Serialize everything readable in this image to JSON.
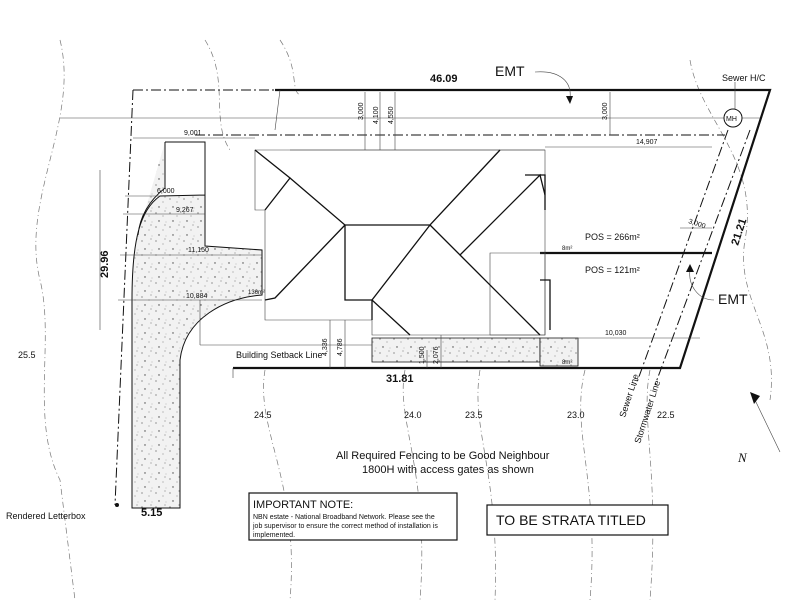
{
  "boundary": {
    "top_length": "46.09",
    "left_length": "29.96",
    "right_length": "21.21",
    "bottom_length": "31.81",
    "frontage_length": "5.15"
  },
  "easements": {
    "top_label": "EMT",
    "right_label": "EMT"
  },
  "services": {
    "sewer_hc": "Sewer H/C",
    "manhole": "MH",
    "sewer_line": "Sewer Line",
    "stormwater_line": "Stormwater Line"
  },
  "dimensions": {
    "d_9001": "9,001",
    "d_6000": "6,000",
    "d_9267": "9,267",
    "d_11150": "11,150",
    "d_10884": "10,884",
    "d_3000_a": "3,000",
    "d_4100": "4,100",
    "d_4550": "4,550",
    "d_3000_b": "3,000",
    "d_14907": "14,907",
    "d_3000_c": "3,000",
    "d_10030": "10,030",
    "d_4336": "4,336",
    "d_4786": "4,786",
    "d_1500": "1,500",
    "d_2076": "2,076"
  },
  "areas": {
    "pos_1": "POS = 266m²",
    "pos_2": "POS = 121m²",
    "small_1": "8m²",
    "small_2": "8m²",
    "small_3": "136m²"
  },
  "labels": {
    "setback": "Building Setback Line",
    "letterbox": "Rendered Letterbox",
    "fencing_line1": "All Required Fencing to be Good Neighbour",
    "fencing_line2": "1800H with access gates as shown",
    "north": "N"
  },
  "contours": {
    "c_255": "25.5",
    "c_245": "24.5",
    "c_240": "24.0",
    "c_235": "23.5",
    "c_230": "23.0",
    "c_225": "22.5"
  },
  "note": {
    "title": "IMPORTANT NOTE:",
    "line1": "NBN estate - National Broadband Network. Please see the",
    "line2": "job supervisor to ensure the correct method of installation is",
    "line3": "implemented."
  },
  "strata": "TO BE STRATA TITLED"
}
